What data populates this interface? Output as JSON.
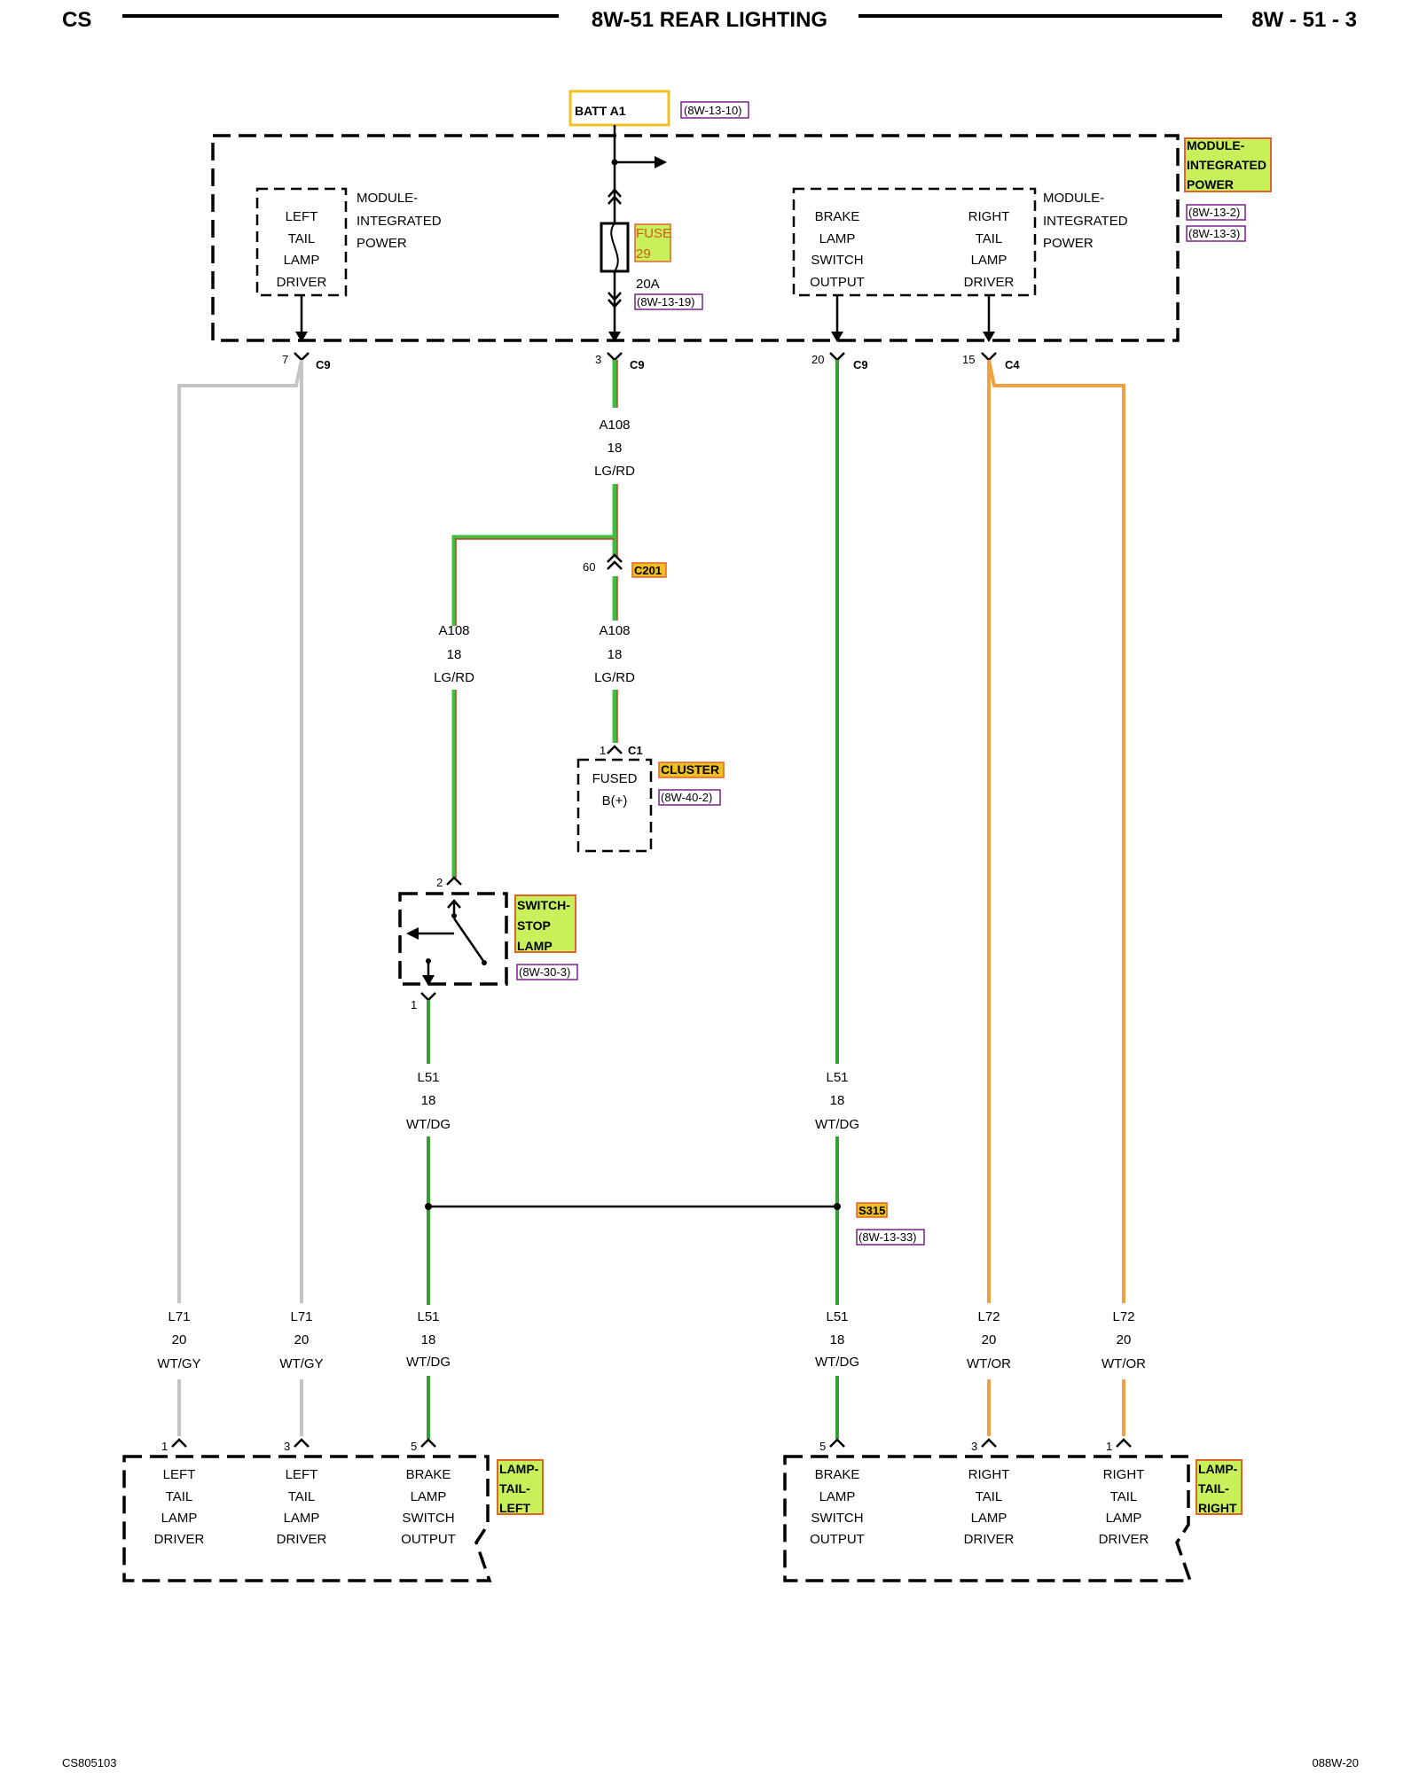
{
  "header": {
    "left": "CS",
    "title": "8W-51 REAR LIGHTING",
    "right": "8W - 51 - 3"
  },
  "footer": {
    "left": "CS805103",
    "right": "088W-20"
  },
  "colors": {
    "wire_lg_rd_main": "#3fbf3f",
    "wire_lg_rd_stripe": "#d03a2a",
    "wire_wt_dg": "#35a035",
    "wire_wt_gy": "#c4c4c4",
    "wire_wt_or": "#f0a040",
    "highlight_fill": "#c7f05a",
    "highlight_border": "#e0632a",
    "ref_border": "#7a1f8a",
    "batt_border": "#f0c020"
  },
  "battery": {
    "label": "BATT A1",
    "ref": "(8W-13-10)"
  },
  "module": {
    "name_line1": "MODULE-",
    "name_line2": "INTEGRATED",
    "name_line3": "POWER",
    "refs": [
      "(8W-13-2)",
      "(8W-13-3)"
    ],
    "left_driver": [
      "LEFT",
      "TAIL",
      "LAMP",
      "DRIVER"
    ],
    "left_caption": [
      "MODULE-",
      "INTEGRATED",
      "POWER"
    ],
    "right_output": {
      "left_col": [
        "BRAKE",
        "LAMP",
        "SWITCH",
        "OUTPUT"
      ],
      "right_col": [
        "RIGHT",
        "TAIL",
        "LAMP",
        "DRIVER"
      ]
    },
    "right_caption": [
      "MODULE-",
      "INTEGRATED",
      "POWER"
    ],
    "fuse": {
      "name": "FUSE",
      "number": "29",
      "rating": "20A",
      "ref": "(8W-13-19)"
    }
  },
  "connectors": {
    "c9_pin7": {
      "pin": "7",
      "name": "C9"
    },
    "c9_pin3": {
      "pin": "3",
      "name": "C9"
    },
    "c9_pin20": {
      "pin": "20",
      "name": "C9"
    },
    "c4_pin15": {
      "pin": "15",
      "name": "C4"
    },
    "c201": {
      "pin": "60",
      "name": "C201"
    },
    "c1": {
      "pin": "1",
      "name": "C1"
    }
  },
  "wires": {
    "a108_top": [
      "A108",
      "18",
      "LG/RD"
    ],
    "a108_left": [
      "A108",
      "18",
      "LG/RD"
    ],
    "a108_right": [
      "A108",
      "18",
      "LG/RD"
    ],
    "l51_switch": [
      "L51",
      "18",
      "WT/DG"
    ],
    "l51_main": [
      "L51",
      "18",
      "WT/DG"
    ],
    "l71_a": [
      "L71",
      "20",
      "WT/GY"
    ],
    "l71_b": [
      "L71",
      "20",
      "WT/GY"
    ],
    "l51_bl": [
      "L51",
      "18",
      "WT/DG"
    ],
    "l51_br": [
      "L51",
      "18",
      "WT/DG"
    ],
    "l72_a": [
      "L72",
      "20",
      "WT/OR"
    ],
    "l72_b": [
      "L72",
      "20",
      "WT/OR"
    ]
  },
  "cluster": {
    "name": "CLUSTER",
    "ref": "(8W-40-2)",
    "body": [
      "FUSED",
      "B(+)"
    ]
  },
  "switch": {
    "name": [
      "SWITCH-",
      "STOP",
      "LAMP"
    ],
    "ref": "(8W-30-3)",
    "pin_top": "2",
    "pin_bottom": "1"
  },
  "splice": {
    "name": "S315",
    "ref": "(8W-13-33)"
  },
  "lamp_left": {
    "name": [
      "LAMP-",
      "TAIL-",
      "LEFT"
    ],
    "pins": [
      "1",
      "3",
      "5"
    ],
    "cols": [
      [
        "LEFT",
        "TAIL",
        "LAMP",
        "DRIVER"
      ],
      [
        "LEFT",
        "TAIL",
        "LAMP",
        "DRIVER"
      ],
      [
        "BRAKE",
        "LAMP",
        "SWITCH",
        "OUTPUT"
      ]
    ]
  },
  "lamp_right": {
    "name": [
      "LAMP-",
      "TAIL-",
      "RIGHT"
    ],
    "pins": [
      "5",
      "3",
      "1"
    ],
    "cols": [
      [
        "BRAKE",
        "LAMP",
        "SWITCH",
        "OUTPUT"
      ],
      [
        "RIGHT",
        "TAIL",
        "LAMP",
        "DRIVER"
      ],
      [
        "RIGHT",
        "TAIL",
        "LAMP",
        "DRIVER"
      ]
    ]
  }
}
